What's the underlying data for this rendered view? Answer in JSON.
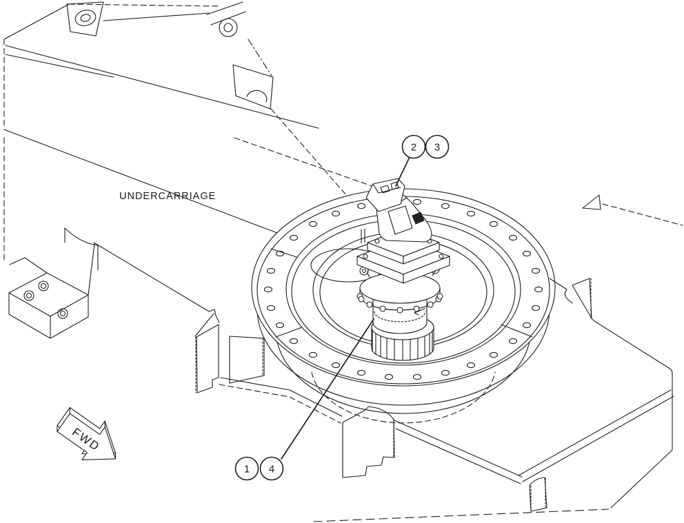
{
  "labels": {
    "undercarriage": "UNDERCARRIAGE",
    "fwd": "FWD"
  },
  "callouts": {
    "c1": "1",
    "c2": "2",
    "c3": "3",
    "c4": "4"
  },
  "colors": {
    "line_color": "#1b1b1b",
    "background": "#ffffff"
  }
}
